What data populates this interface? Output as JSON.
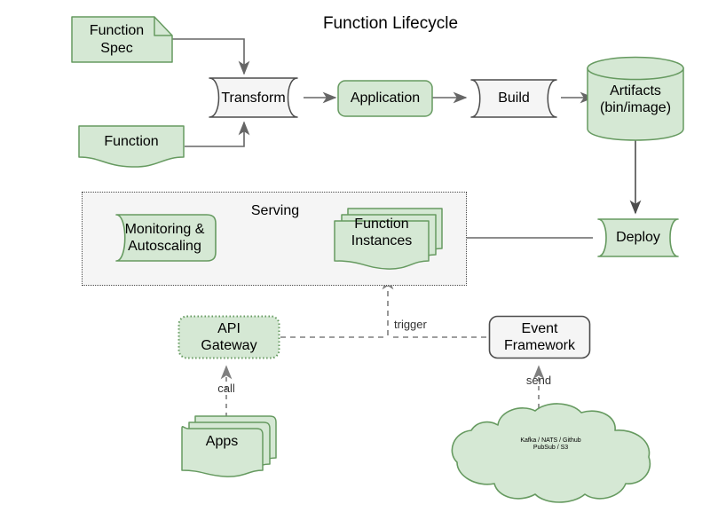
{
  "diagram": {
    "title": "Function Lifecycle",
    "type": "flowchart",
    "palette": {
      "green_fill": "#d5e8d4",
      "green_stroke": "#669a60",
      "white_fill": "#f5f5f5",
      "dark_stroke": "#4d4d4d",
      "arrow_gray": "#666666",
      "dashed_gray": "#7f7f7f",
      "container_fill": "#f5f5f5",
      "text": "#000000"
    }
  },
  "nodes": {
    "function_spec": {
      "label": "Function\nSpec",
      "shape": "note-folded-corner",
      "fill": "green"
    },
    "function": {
      "label": "Function",
      "shape": "document-wavy",
      "fill": "green"
    },
    "transform": {
      "label": "Transform",
      "shape": "tape",
      "fill": "white"
    },
    "application": {
      "label": "Application",
      "shape": "rounded-rect",
      "fill": "green"
    },
    "build": {
      "label": "Build",
      "shape": "tape",
      "fill": "white"
    },
    "artifacts": {
      "label": "Artifacts\n(bin/image)",
      "shape": "cylinder",
      "fill": "green"
    },
    "deploy": {
      "label": "Deploy",
      "shape": "tape",
      "fill": "green"
    },
    "monitoring": {
      "label": "Monitoring &\nAutoscaling",
      "shape": "tape-left",
      "fill": "green"
    },
    "function_instances": {
      "label": "Function\nInstances",
      "shape": "document-stack",
      "fill": "green"
    },
    "api_gateway": {
      "label": "API\nGateway",
      "shape": "rounded-rect-dotted",
      "fill": "green"
    },
    "event_framework": {
      "label": "Event\nFramework",
      "shape": "rounded-rect",
      "fill": "white"
    },
    "apps": {
      "label": "Apps",
      "shape": "document-stack",
      "fill": "green"
    },
    "event_sources_cloud": {
      "label": "Kafka / NATS / Github\nPubSub / S3",
      "shape": "cloud",
      "fill": "green"
    }
  },
  "containers": {
    "serving": {
      "label": "Serving",
      "style": "dotted"
    }
  },
  "edge_labels": {
    "trigger": "trigger",
    "call": "call",
    "send": "send"
  },
  "edges": [
    {
      "from": "function_spec",
      "to": "transform",
      "style": "solid",
      "label": ""
    },
    {
      "from": "function",
      "to": "transform",
      "style": "solid",
      "label": ""
    },
    {
      "from": "transform",
      "to": "application",
      "style": "solid",
      "label": ""
    },
    {
      "from": "application",
      "to": "build",
      "style": "solid",
      "label": ""
    },
    {
      "from": "build",
      "to": "artifacts",
      "style": "solid",
      "label": ""
    },
    {
      "from": "artifacts",
      "to": "deploy",
      "style": "solid",
      "label": ""
    },
    {
      "from": "deploy",
      "to": "function_instances",
      "style": "solid",
      "label": ""
    },
    {
      "from": "function_instances",
      "to": "monitoring",
      "style": "solid-bidirectional",
      "label": ""
    },
    {
      "from": "event_framework",
      "to": "function_instances",
      "style": "dashed",
      "label": "trigger"
    },
    {
      "from": "api_gateway",
      "to": "function_instances",
      "style": "dashed",
      "label": ""
    },
    {
      "from": "apps",
      "to": "api_gateway",
      "style": "dashed",
      "label": "call"
    },
    {
      "from": "event_sources_cloud",
      "to": "event_framework",
      "style": "dashed",
      "label": "send"
    }
  ]
}
